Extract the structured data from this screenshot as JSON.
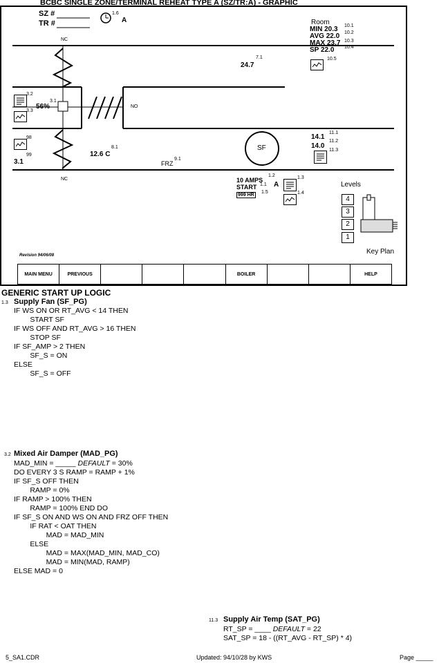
{
  "header": {
    "title": "BCBC SINGLE ZONE/TERMINAL REHEAT TYPE A (SZ/TR:A)  -  GRAPHIC",
    "sz_label": "SZ #",
    "tr_label": "TR #",
    "clock_ref": "1.6",
    "clock_suffix": "A"
  },
  "diagram": {
    "nc_top": "NC",
    "nc_bottom": "NC",
    "no_label": "NO",
    "room_label": "Room",
    "room_min": "MIN 20.3",
    "room_avg": "AVG 22.0",
    "room_max": "MAX 23.7",
    "room_sp": "SP 22.0",
    "room_refs": [
      "10.1",
      "10.2",
      "10.3",
      "10.4"
    ],
    "room_trend_ref": "10.5",
    "return_temp": "24.7",
    "return_temp_ref": "7.1",
    "damper_pct": "56%",
    "damper_ref": "3.1",
    "damper_doc_ref": "3.2",
    "damper_trend_ref": "3.3",
    "oat_trend_ref": "98",
    "oat_value": "3.1",
    "oat_ref": "99",
    "mixed_temp": "12.6 C",
    "mixed_temp_ref": "8.1",
    "frz_label": "FRZ",
    "frz_ref": "9.1",
    "fan_label": "SF",
    "supply_temp": "14.1",
    "supply_sp": "14.0",
    "supply_refs": [
      "11.1",
      "11.2",
      "11.3"
    ],
    "amps": "10 AMPS",
    "amps_ref": "1.2",
    "amps_suffix": "A",
    "start": "START",
    "start_ref": "1.1",
    "hours": "999 HR",
    "hours_ref": "1.5",
    "fan_doc_ref": "1.3",
    "fan_trend_ref": "1.4",
    "levels_label": "Levels",
    "levels": [
      "4",
      "3",
      "2",
      "1"
    ],
    "key_plan": "Key Plan",
    "revision": "Revision 94/06/08"
  },
  "nav": [
    "MAIN MENU",
    "PREVIOUS",
    "",
    "",
    "",
    "BOILER",
    "",
    "",
    "HELP"
  ],
  "logic": {
    "heading": "GENERIC START UP LOGIC",
    "fan_ref": "1.3",
    "fan_title": "Supply Fan (SF_PG)",
    "fan_lines": [
      "IF WS ON OR RT_AVG < 14 THEN",
      "        START SF",
      "IF WS OFF AND RT_AVG > 16 THEN",
      "        STOP SF",
      "IF SF_AMP > 2 THEN",
      "        SF_S = ON",
      "ELSE",
      "        SF_S = OFF"
    ],
    "mad_ref": "3.2",
    "mad_title": "Mixed Air Damper (MAD_PG)",
    "mad_line1_a": "MAD_MIN = _____ ",
    "mad_line1_b": "DEFAULT",
    "mad_line1_c": " = 30%",
    "mad_lines": [
      "DO EVERY 3 S RAMP = RAMP + 1%",
      "IF SF_S OFF THEN",
      "        RAMP = 0%",
      "IF RAMP > 100% THEN",
      "        RAMP = 100% END DO",
      "IF SF_S ON AND WS ON AND FRZ OFF THEN",
      "        IF RAT < OAT THEN",
      "                MAD = MAD_MIN",
      "        ELSE",
      "                MAD = MAX(MAD_MIN, MAD_CO)",
      "                MAD = MIN(MAD, RAMP)",
      "ELSE MAD = 0"
    ],
    "sat_ref": "11.3",
    "sat_title": "Supply Air Temp (SAT_PG)",
    "sat_line1_a": "RT_SP = ____ ",
    "sat_line1_b": "DEFAULT",
    "sat_line1_c": " = 22",
    "sat_line2": "SAT_SP = 18 - ((RT_AVG - RT_SP) * 4)"
  },
  "footer": {
    "file": "5_SA1.CDR",
    "updated": "Updated: 94/10/28 by KWS",
    "page": "Page _____"
  }
}
